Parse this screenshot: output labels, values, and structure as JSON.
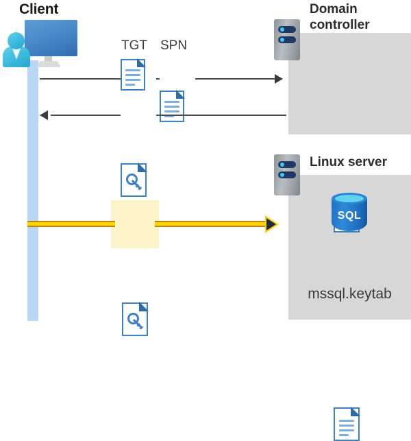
{
  "diagram": {
    "title_client": "Client",
    "title_domain_controller": "Domain controller",
    "title_linux_server": "Linux server",
    "labels": {
      "tgt": "TGT",
      "spn": "SPN",
      "keytab_file": "mssql.keytab",
      "sql_icon_text": "SQL"
    },
    "icons": {
      "client": "client-user-monitor-icon",
      "server_dc": "server-rack-icon",
      "server_linux": "server-rack-icon",
      "tgt_doc": "document-icon",
      "spn_doc": "document-icon",
      "ticket_key_doc": "document-key-icon",
      "keytab_key_doc": "document-key-icon",
      "certificate": "certificate-document-icon",
      "sql_database": "sql-database-cylinder-icon",
      "keytab_doc": "document-icon"
    },
    "flows": [
      {
        "name": "request-tgt-spn",
        "direction": "client-to-domain-controller",
        "style": "solid-gray-arrow",
        "labels": [
          "TGT",
          "SPN"
        ]
      },
      {
        "name": "receive-service-ticket",
        "direction": "domain-controller-to-client",
        "style": "solid-gray-arrow",
        "labels": []
      },
      {
        "name": "present-keytab-ticket",
        "direction": "client-to-linux-server",
        "style": "highlighted-yellow-arrow",
        "labels": []
      }
    ],
    "colors": {
      "panel_gray": "#d7d7d7",
      "client_bar_blue": "#b9d7f5",
      "highlight_yellow": "#fdf3c8",
      "flow_yellow": "#ffd400",
      "doc_blue": "#3f82c4",
      "server_navy": "#1f3864",
      "sql_blue": "#1f6fc4",
      "seal_red": "#d32f2f",
      "seal_gold": "#f5c518",
      "line_gray": "#4b4b50",
      "text_dark": "#2b2b2b"
    }
  }
}
